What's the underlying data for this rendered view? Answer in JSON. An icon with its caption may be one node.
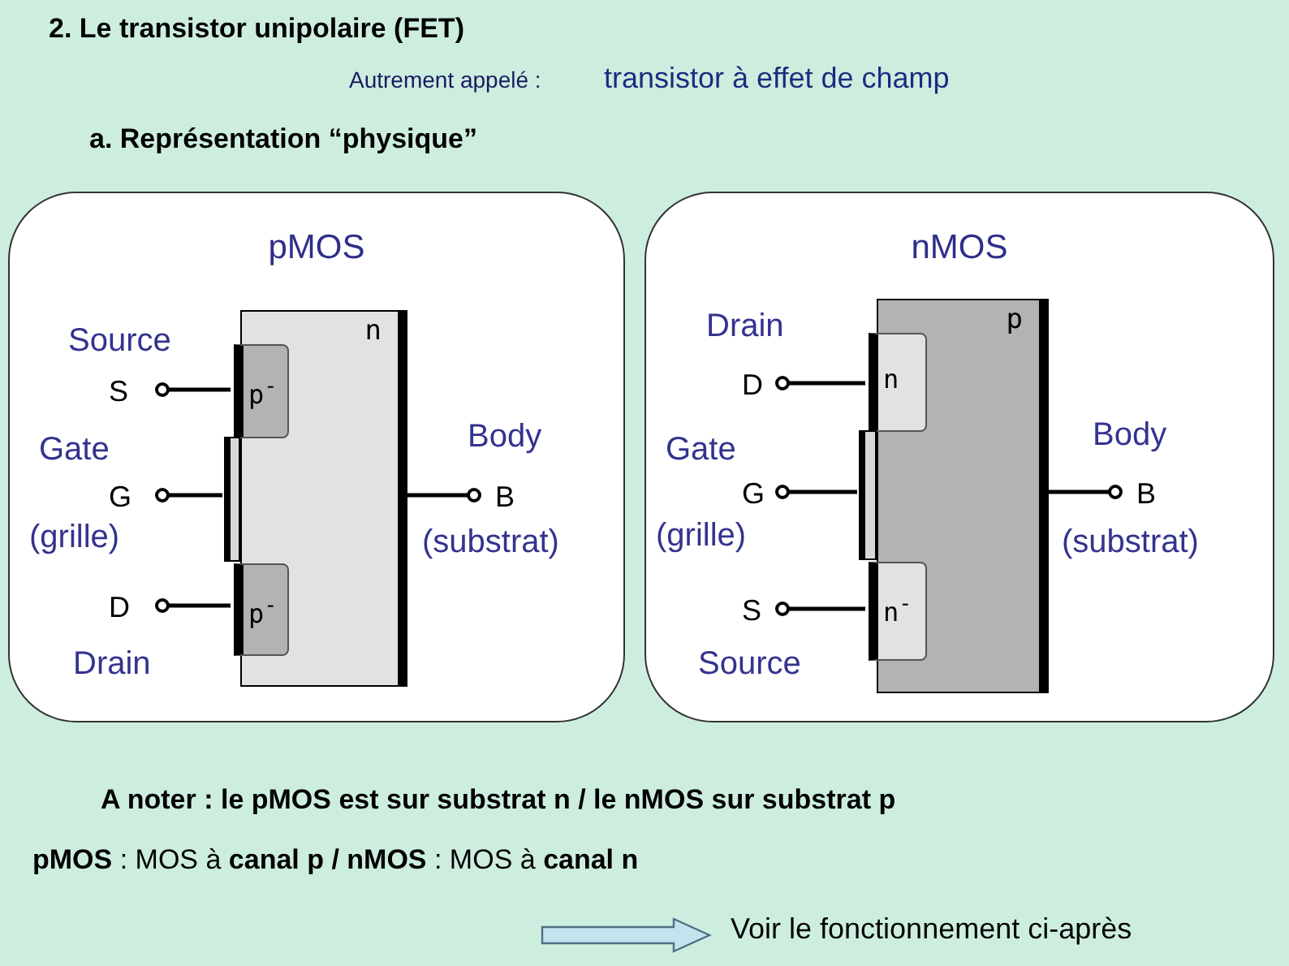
{
  "diagram": {
    "title": "2. Le transistor unipolaire (FET)",
    "nodes": [
      {
        "text": [
          "pMOS"
        ]
      },
      {
        "text": [
          "n"
        ],
        "in": 0
      },
      {
        "text": [
          "p$^{-}$"
        ],
        "in": 1
      },
      {
        "text": [
          "p$^{-}$"
        ],
        "in": 1
      },
      {
        "text": [],
        "shape": "bar",
        "in": 0
      },
      {
        "text": [
          "S"
        ],
        "beside": [
          "Source"
        ],
        "in": 0
      },
      {
        "text": [
          "G"
        ],
        "beside": [
          "Gate",
          "(grille)"
        ],
        "in": 0
      },
      {
        "text": [
          "D"
        ],
        "beside": [
          "Drain"
        ],
        "in": 0
      },
      {
        "text": [
          "B"
        ],
        "beside": [
          "Body",
          "(substrat)"
        ],
        "in": 0
      },
      {
        "text": [
          "nMOS"
        ]
      },
      {
        "text": [
          "p"
        ],
        "in": 9
      },
      {
        "text": [
          "n"
        ],
        "in": 10
      },
      {
        "text": [
          "n$^{-}$"
        ],
        "in": 10
      },
      {
        "text": [],
        "shape": "bar",
        "in": 9
      },
      {
        "text": [
          "D"
        ],
        "beside": [
          "Drain"
        ],
        "in": 9
      },
      {
        "text": [
          "G"
        ],
        "beside": [
          "Gate",
          "(grille)"
        ],
        "in": 9
      },
      {
        "text": [
          "S"
        ],
        "beside": [
          "Source"
        ],
        "in": 9
      },
      {
        "text": [
          "B"
        ],
        "beside": [
          "Body",
          "(substrat)"
        ],
        "in": 9
      },
      {
        "text": [
          "Voir le fonctionnement ci-après"
        ]
      }
    ],
    "edges": [
      {
        "from": 5,
        "to": 2,
        "arrow": "other"
      },
      {
        "from": 6,
        "to": 4,
        "arrow": "other"
      },
      {
        "from": 7,
        "to": 3,
        "arrow": "other"
      },
      {
        "from": 8,
        "to": 1,
        "arrow": "other"
      },
      {
        "from": 14,
        "to": 11,
        "arrow": "other"
      },
      {
        "from": 15,
        "to": 13,
        "arrow": "other"
      },
      {
        "from": 16,
        "to": 12,
        "arrow": "other"
      },
      {
        "from": 17,
        "to": 10,
        "arrow": "other"
      },
      {
        "from": null,
        "to": 18,
        "arrow": "to",
        "style": "thick",
        "color": "#c5e3ee"
      }
    ],
    "labels": [
      "Autrement appelé :",
      "transistor à effet de champ",
      "a. Représentation “physique”",
      "A noter : le pMOS est sur substrat n / le nMOS sur substrat p",
      "**pMOS** : MOS à **canal p   / nMOS** : MOS à **canal n**"
    ]
  }
}
